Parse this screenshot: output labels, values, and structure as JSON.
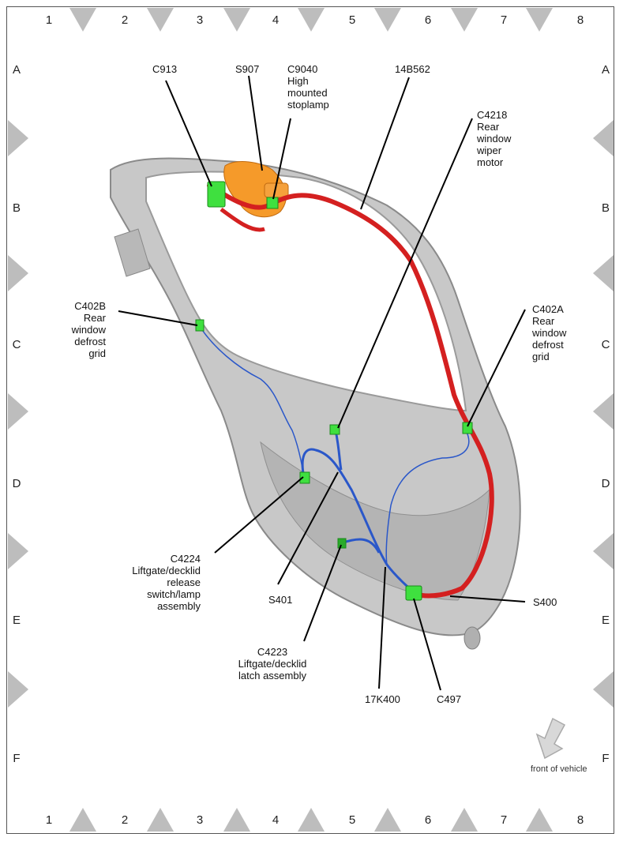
{
  "grid": {
    "columns": [
      "1",
      "2",
      "3",
      "4",
      "5",
      "6",
      "7",
      "8"
    ],
    "rows": [
      "A",
      "B",
      "C",
      "D",
      "E",
      "F"
    ]
  },
  "labels": {
    "c913": "C913",
    "s907": "S907",
    "c9040": "C9040\nHigh\nmounted\nstoplamp",
    "l14b562": "14B562",
    "c4218": "C4218\nRear\nwindow\nwiper\nmotor",
    "c402b": "C402B\nRear\nwindow\ndefrost\ngrid",
    "c402a": "C402A\nRear\nwindow\ndefrost\ngrid",
    "c4224": "C4224\nLiftgate/decklid\nrelease\nswitch/lamp\nassembly",
    "s401": "S401",
    "s400": "S400",
    "c4223": "C4223\nLiftgate/decklid\nlatch assembly",
    "l17k400": "17K400",
    "c497": "C497"
  },
  "front_of_vehicle": "front of vehicle",
  "colors": {
    "body": "#c8c8c8",
    "body_edge": "#8a8a8a",
    "harness_red": "#d42020",
    "harness_blue": "#2a57c9",
    "connector_green": "#3fe03f",
    "stoplamp_orange": "#f59a2a",
    "marker_gray": "#bdbdbd"
  }
}
